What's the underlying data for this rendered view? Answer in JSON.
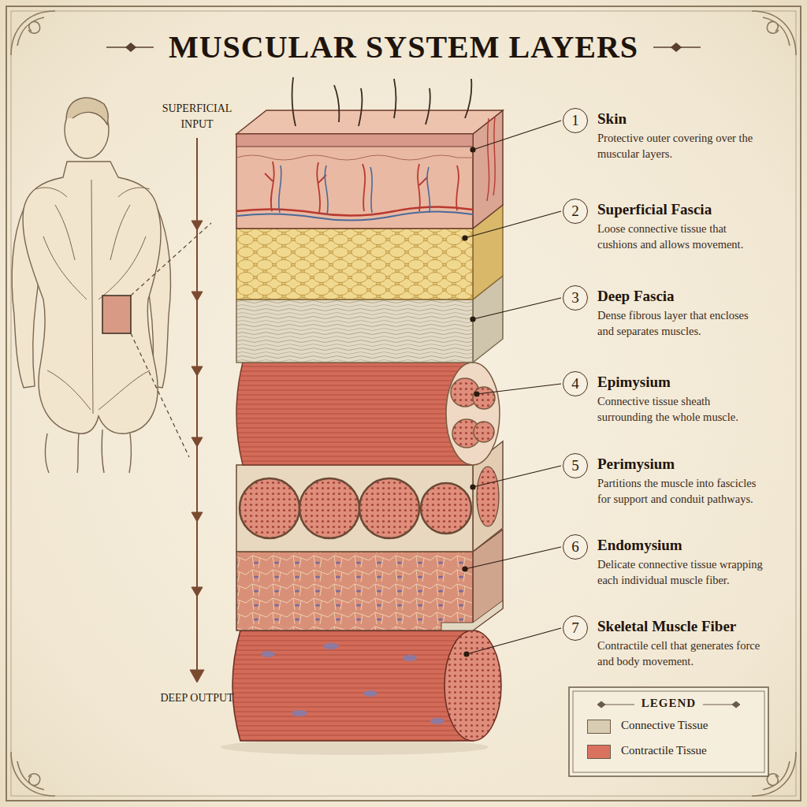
{
  "diagram": {
    "title": "MUSCULAR SYSTEM LAYERS",
    "labels": [
      "SUPERFICIAL INPUT",
      "1",
      "Skin",
      "Protective outer covering over the muscular layers.",
      "2",
      "Superficial Fascia",
      "Loose connective tissue that cushions and allows movement.",
      "3",
      "Deep Fascia",
      "Dense fibrous layer that encloses and separates muscles.",
      "4",
      "Epimysium",
      "Connective tissue sheath surrounding the whole muscle.",
      "5",
      "Perimysium",
      "Partitions the muscle into fascicles for support and conduit pathways.",
      "6",
      "Endomysium",
      "Delicate connective tissue wrapping each individual muscle fiber.",
      "7",
      "Skeletal Muscle Fiber",
      "Contractile cell that generates force and body movement.",
      "DEEP OUTPUT",
      "LEGEND"
    ],
    "legend": [
      {
        "text": "Connective Tissue",
        "color": "#d8ccb2"
      },
      {
        "text": "Contractile Tissue",
        "color": "#d9735f"
      }
    ]
  }
}
